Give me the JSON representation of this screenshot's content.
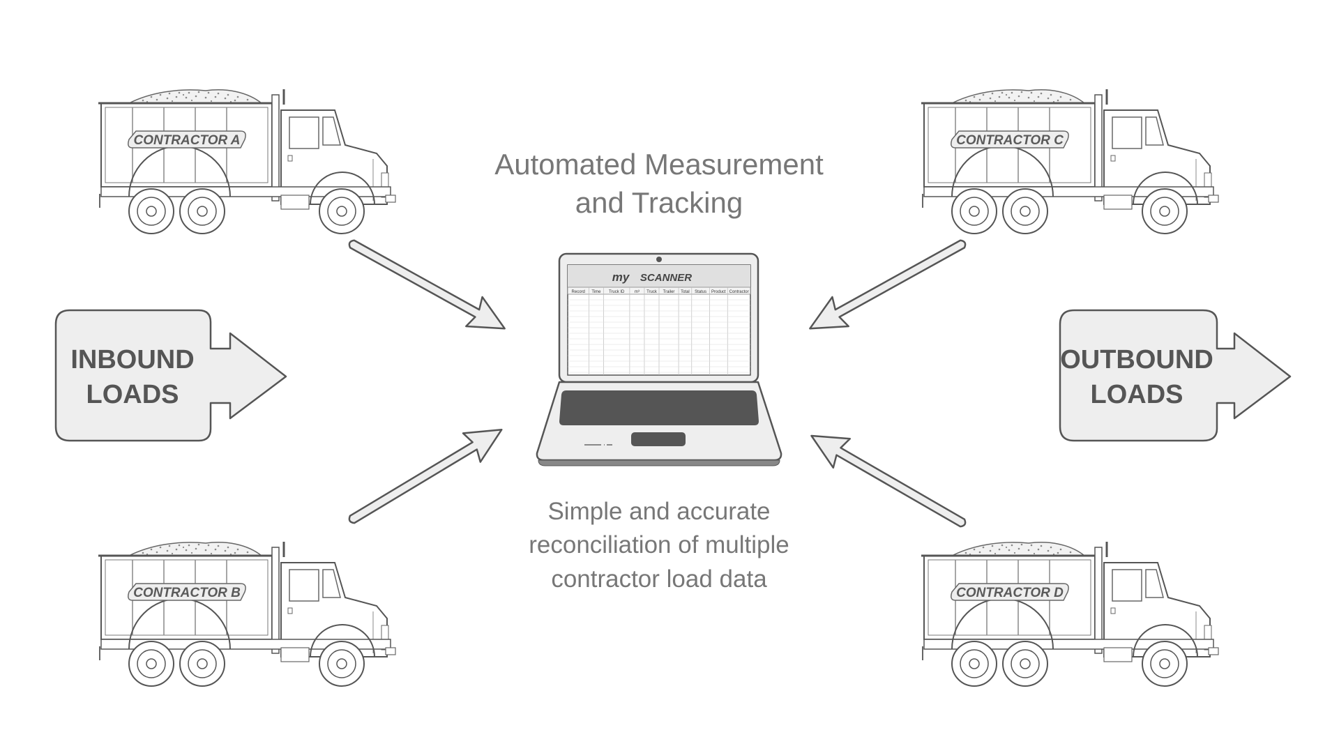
{
  "title": {
    "line1": "Automated Measurement",
    "line2": "and Tracking"
  },
  "subtitle": {
    "line1": "Simple and accurate",
    "line2": "reconciliation of multiple",
    "line3": "contractor load data"
  },
  "inbound": {
    "line1": "INBOUND",
    "line2": "LOADS"
  },
  "outbound": {
    "line1": "OUTBOUND",
    "line2": "LOADS"
  },
  "trucks": [
    {
      "label": "CONTRACTOR A"
    },
    {
      "label": "CONTRACTOR B"
    },
    {
      "label": "CONTRACTOR C"
    },
    {
      "label": "CONTRACTOR D"
    }
  ],
  "laptop": {
    "brand_prefix": "my",
    "brand": "SCANNER",
    "columns": [
      "Record",
      "Time",
      "Truck ID",
      "m³",
      "Truck",
      "Trailer",
      "Total",
      "Status",
      "Product",
      "Contractor"
    ]
  },
  "colors": {
    "line": "#555555",
    "fill": "#eeeeee",
    "text": "#777777",
    "dark": "#555555"
  }
}
